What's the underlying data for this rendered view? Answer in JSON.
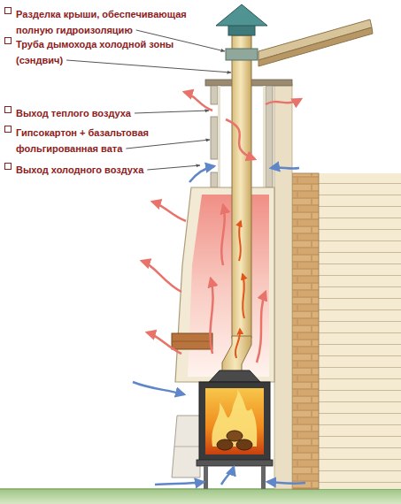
{
  "diagram": {
    "labels": [
      "Разделка крыши, обеспечивающая полную гидроизоляцию",
      "Труба дымохода холодной зоны (сэндвич)",
      "Выход теплого воздуха",
      "Гипсокартон + базальтовая фольгированная вата",
      "Выход холодного воздуха"
    ]
  }
}
